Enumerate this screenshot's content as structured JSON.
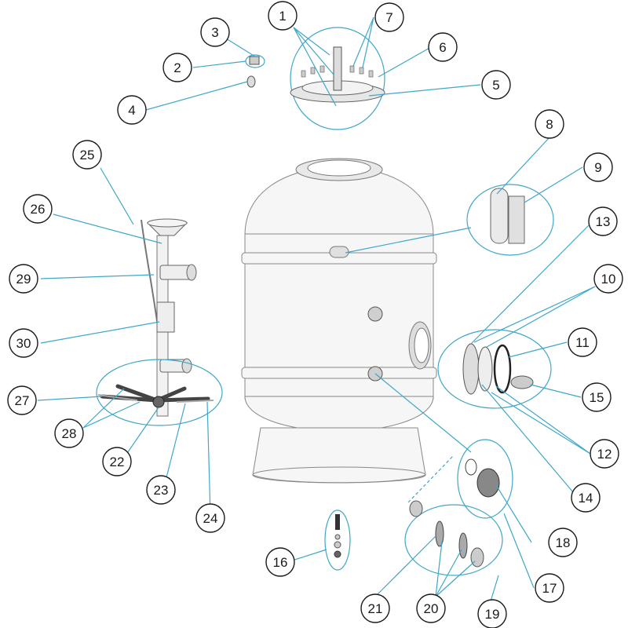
{
  "callouts": [
    {
      "id": "1",
      "label": "1"
    },
    {
      "id": "2",
      "label": "2"
    },
    {
      "id": "3",
      "label": "3"
    },
    {
      "id": "4",
      "label": "4"
    },
    {
      "id": "5",
      "label": "5"
    },
    {
      "id": "6",
      "label": "6"
    },
    {
      "id": "7",
      "label": "7"
    },
    {
      "id": "8",
      "label": "8"
    },
    {
      "id": "9",
      "label": "9"
    },
    {
      "id": "10",
      "label": "10"
    },
    {
      "id": "11",
      "label": "11"
    },
    {
      "id": "12",
      "label": "12"
    },
    {
      "id": "13",
      "label": "13"
    },
    {
      "id": "14",
      "label": "14"
    },
    {
      "id": "15",
      "label": "15"
    },
    {
      "id": "16",
      "label": "16"
    },
    {
      "id": "17",
      "label": "17"
    },
    {
      "id": "18",
      "label": "18"
    },
    {
      "id": "19",
      "label": "19"
    },
    {
      "id": "20",
      "label": "20"
    },
    {
      "id": "21",
      "label": "21"
    },
    {
      "id": "22",
      "label": "22"
    },
    {
      "id": "23",
      "label": "23"
    },
    {
      "id": "24",
      "label": "24"
    },
    {
      "id": "25",
      "label": "25"
    },
    {
      "id": "26",
      "label": "26"
    },
    {
      "id": "27",
      "label": "27"
    },
    {
      "id": "28",
      "label": "28"
    },
    {
      "id": "29",
      "label": "29"
    },
    {
      "id": "30",
      "label": "30"
    }
  ],
  "colors": {
    "leader": "#3fa7c8",
    "outline": "#1a1a1a",
    "tank": "#f6f6f6"
  }
}
